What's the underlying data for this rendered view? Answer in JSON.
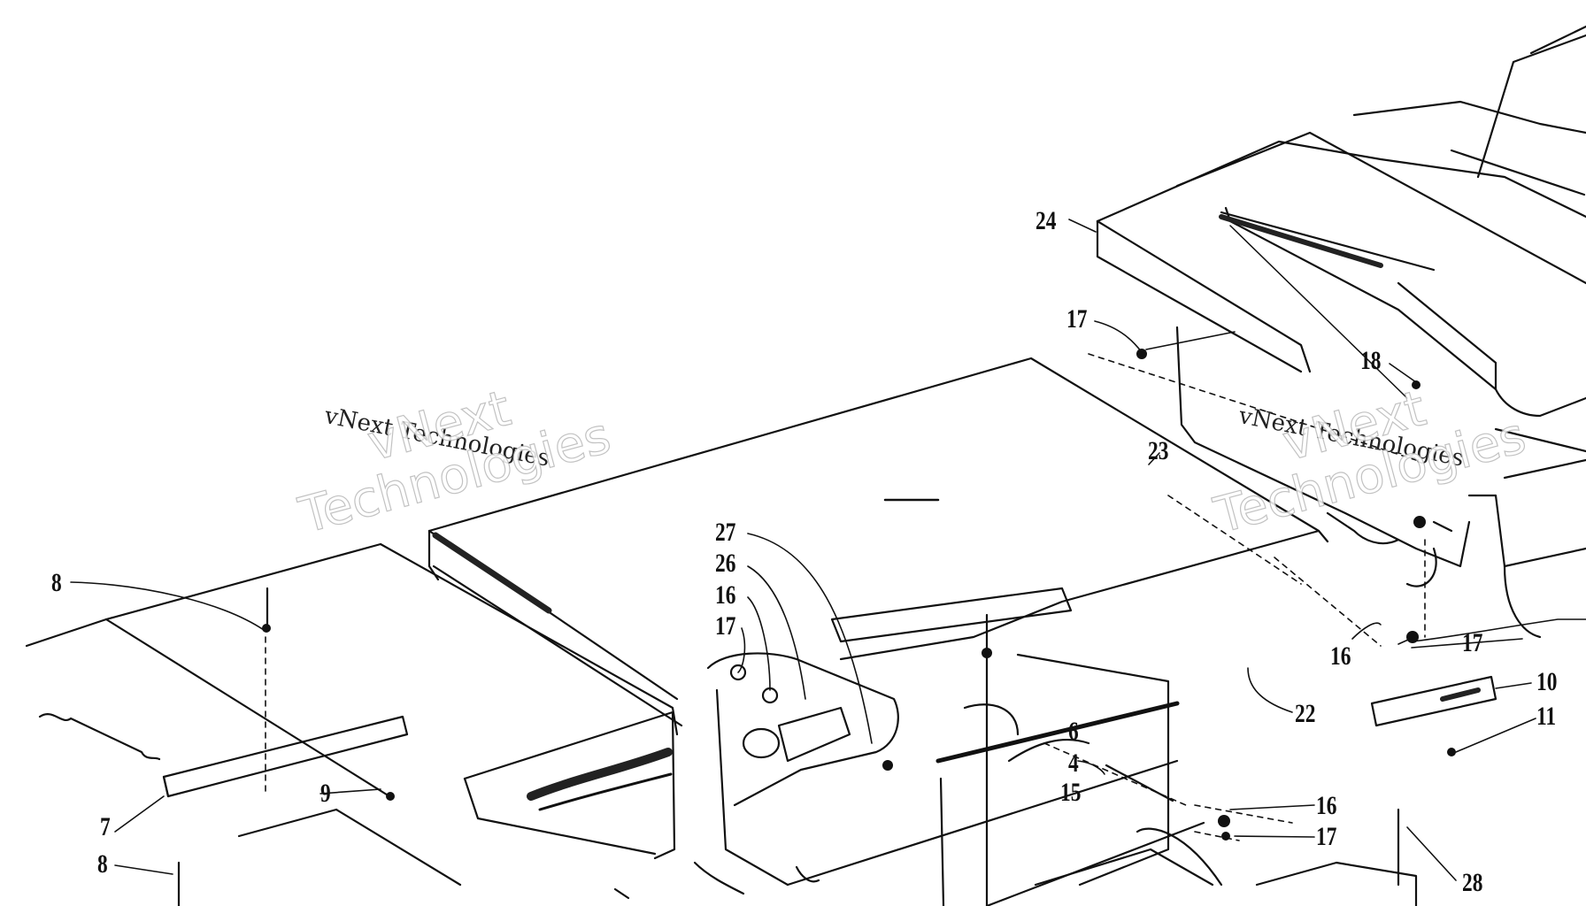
{
  "callouts": {
    "c24": "24",
    "c17a": "17",
    "c18": "18",
    "c23": "23",
    "c27": "27",
    "c26": "26",
    "c16a": "16",
    "c17b": "17",
    "c8a": "8",
    "c9": "9",
    "c7": "7",
    "c8b": "8",
    "c6": "6",
    "c4": "4",
    "c15": "15",
    "c16b": "16",
    "c17c": "17",
    "c16c": "16",
    "c17d": "17",
    "c22": "22",
    "c10": "10",
    "c11": "11",
    "c28": "28"
  },
  "watermark": {
    "text": "vNext Technologies",
    "line1": "vNext",
    "line2": "Technologies"
  }
}
